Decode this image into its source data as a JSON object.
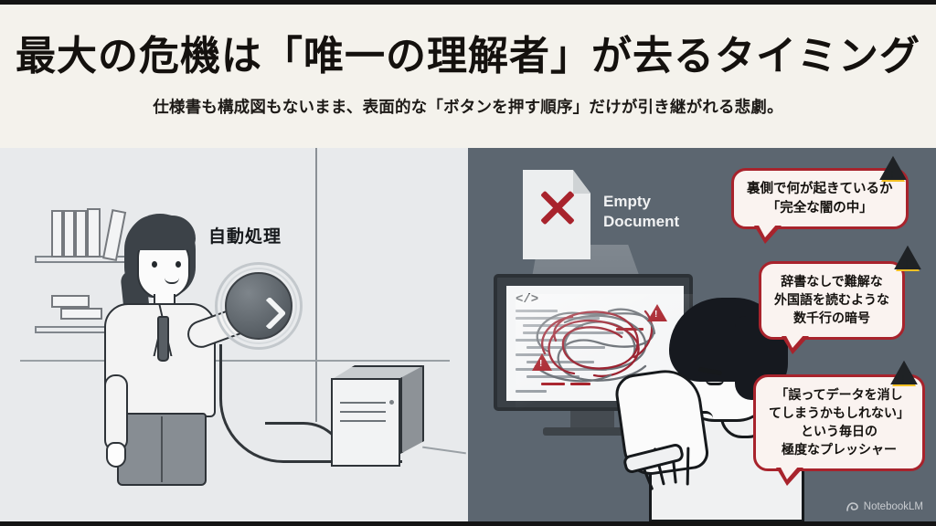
{
  "header": {
    "title": "最大の危機は「唯一の理解者」が去るタイミング",
    "subtitle": "仕様書も構成図もないまま、表面的な「ボタンを押す順序」だけが引き継がれる悲劇。"
  },
  "left_panel": {
    "button_label": "自動処理",
    "background_color": "#e8eaec",
    "scene": "office-worker-pressing-automation-button-connected-to-server"
  },
  "right_panel": {
    "background_color": "#5c6670",
    "document_label_line1": "Empty",
    "document_label_line2": "Document",
    "code_icon": "</>",
    "scene": "stressed-engineer-facing-monitor-with-tangled-undocumented-code",
    "callouts": [
      {
        "id": "callout-darkness",
        "lines": [
          "裏側で何が起きているか",
          "「完全な闇の中」"
        ],
        "warning_icon": "warning-triangle-icon"
      },
      {
        "id": "callout-cipher",
        "lines": [
          "辞書なしで難解な",
          "外国語を読むような",
          "数千行の暗号"
        ],
        "warning_icon": "warning-triangle-icon"
      },
      {
        "id": "callout-pressure",
        "lines": [
          "「誤ってデータを消し",
          "てしまうかもしれない」",
          "という毎日の",
          "極度なプレッシャー"
        ],
        "warning_icon": "warning-triangle-icon"
      }
    ]
  },
  "watermark": {
    "label": "NotebookLM"
  },
  "colors": {
    "header_background": "#f4f2ec",
    "title_text": "#14110e",
    "left_panel": "#e8eaec",
    "right_panel": "#5c6670",
    "callout_border": "#a8232c",
    "callout_fill": "#faf3f0",
    "warning_yellow": "#f3c023",
    "accent_red": "#a8232c"
  }
}
